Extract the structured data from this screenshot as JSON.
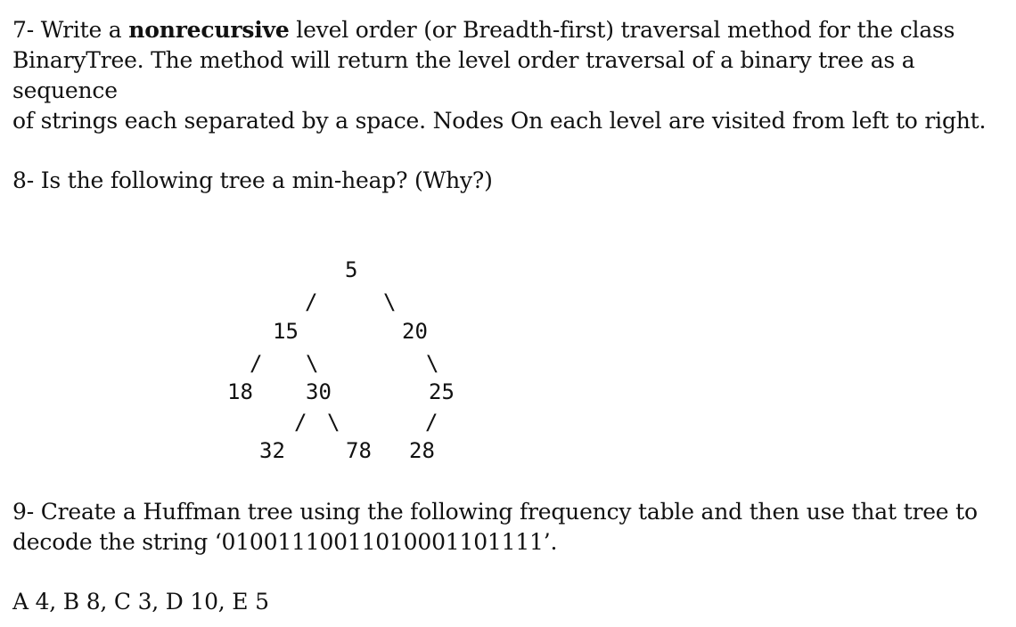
{
  "q7": {
    "prefix": "7- Write a ",
    "bold": "nonrecursive",
    "line1_rest": " level order (or Breadth-first) traversal method for the class",
    "line2": "BinaryTree. The method will return the level order traversal of a binary tree as a sequence",
    "line3": "of strings each separated by a space. Nodes On each level are visited from left to right."
  },
  "q8": {
    "text": "8- Is the following tree a min-heap? (Why?)"
  },
  "tree": {
    "nodes": [
      "5",
      "15",
      "20",
      "18",
      "30",
      "25",
      "32",
      "78",
      "28"
    ],
    "edges": [
      "/",
      "\\",
      "/",
      "\\",
      "\\",
      "/",
      "\\",
      "/"
    ]
  },
  "q9": {
    "line1": "9- Create a Huffman tree using the following frequency table and then use that tree to",
    "line2": "decode the string ‘01001110011010001101111’."
  },
  "freq": {
    "text": "A 4, B 8, C 3, D 10, E 5"
  }
}
